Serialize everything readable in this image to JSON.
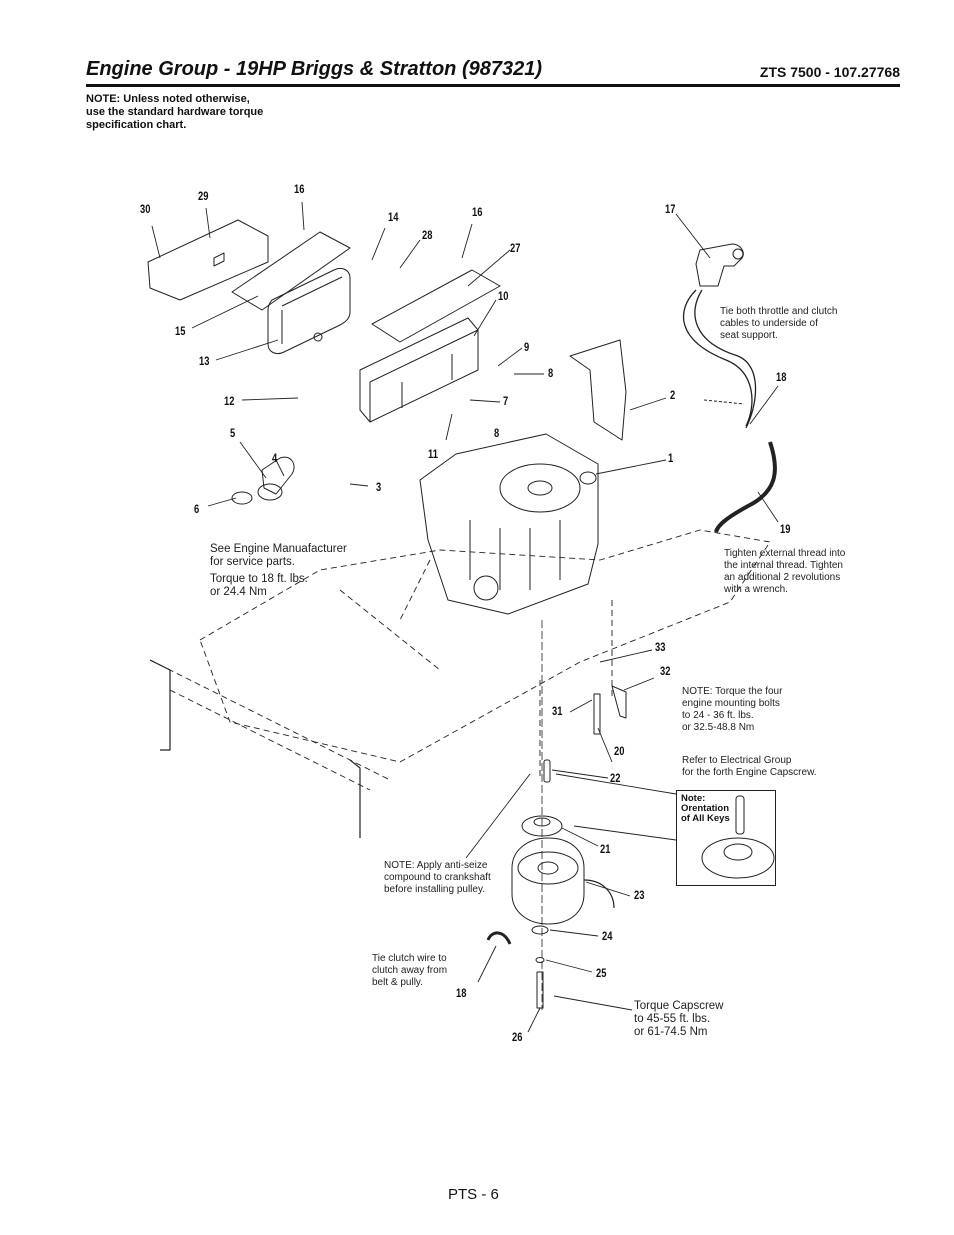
{
  "header": {
    "title": "Engine Group - 19HP Briggs & Stratton (987321)",
    "model": "ZTS 7500 - 107.27768"
  },
  "top_note": [
    "NOTE: Unless noted otherwise,",
    "use the standard hardware torque",
    "specification chart."
  ],
  "callouts": [
    {
      "id": "c30",
      "label": "30"
    },
    {
      "id": "c29",
      "label": "29"
    },
    {
      "id": "c16a",
      "label": "16"
    },
    {
      "id": "c14",
      "label": "14"
    },
    {
      "id": "c16b",
      "label": "16"
    },
    {
      "id": "c28",
      "label": "28"
    },
    {
      "id": "c27",
      "label": "27"
    },
    {
      "id": "c17",
      "label": "17"
    },
    {
      "id": "c10",
      "label": "10"
    },
    {
      "id": "c15",
      "label": "15"
    },
    {
      "id": "c13",
      "label": "13"
    },
    {
      "id": "c9",
      "label": "9"
    },
    {
      "id": "c8a",
      "label": "8"
    },
    {
      "id": "c12",
      "label": "12"
    },
    {
      "id": "c7",
      "label": "7"
    },
    {
      "id": "c2",
      "label": "2"
    },
    {
      "id": "c18a",
      "label": "18"
    },
    {
      "id": "c5",
      "label": "5"
    },
    {
      "id": "c8b",
      "label": "8"
    },
    {
      "id": "c4",
      "label": "4"
    },
    {
      "id": "c11",
      "label": "11"
    },
    {
      "id": "c1",
      "label": "1"
    },
    {
      "id": "c3",
      "label": "3"
    },
    {
      "id": "c6",
      "label": "6"
    },
    {
      "id": "c19",
      "label": "19"
    },
    {
      "id": "c33",
      "label": "33"
    },
    {
      "id": "c32",
      "label": "32"
    },
    {
      "id": "c31",
      "label": "31"
    },
    {
      "id": "c20",
      "label": "20"
    },
    {
      "id": "c22",
      "label": "22"
    },
    {
      "id": "c21",
      "label": "21"
    },
    {
      "id": "c23",
      "label": "23"
    },
    {
      "id": "c24",
      "label": "24"
    },
    {
      "id": "c25",
      "label": "25"
    },
    {
      "id": "c18b",
      "label": "18"
    },
    {
      "id": "c26",
      "label": "26"
    }
  ],
  "notes": {
    "cables": [
      "Tie both throttle and clutch",
      "cables to underside of",
      "seat support."
    ],
    "engine_manufacturer": [
      "See Engine Manuafacturer",
      "for service parts.",
      "Torque to 18 ft. lbs.",
      "or 24.4 Nm"
    ],
    "thread": [
      "Tighten external thread into",
      "the internal thread. Tighten",
      "an additional 2 revolutions",
      "with a wrench."
    ],
    "mounting_bolts": [
      "NOTE: Torque the four",
      "engine mounting bolts",
      "to 24 - 36 ft. lbs.",
      "or 32.5-48.8 Nm"
    ],
    "electrical": [
      "Refer to Electrical Group",
      "for the forth Engine Capscrew."
    ],
    "key_orientation": [
      "Note:",
      "Orentation",
      "of All Keys"
    ],
    "anti_seize": [
      "NOTE: Apply anti-seize",
      "compound to crankshaft",
      "before installing pulley."
    ],
    "clutch_wire": [
      "Tie clutch wire to",
      "clutch away from",
      "belt & pully."
    ],
    "capscrew": [
      "Torque Capscrew",
      "to 45-55 ft. lbs.",
      "or 61-74.5 Nm"
    ]
  },
  "footer": {
    "page": "PTS - 6"
  }
}
